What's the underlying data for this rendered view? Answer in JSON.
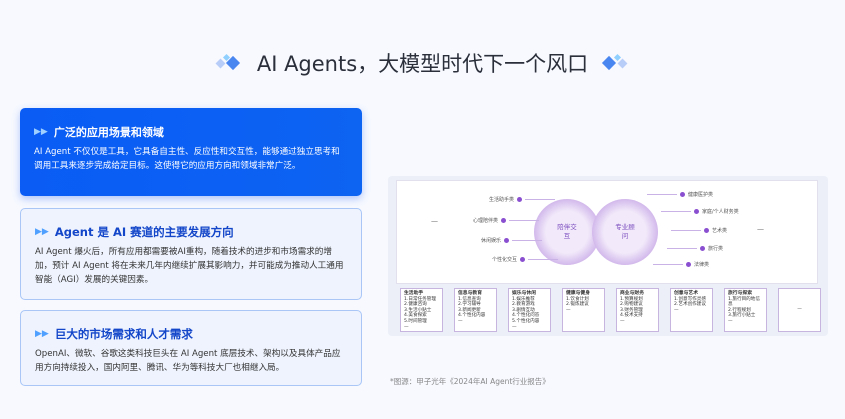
{
  "title": "AI Agents，大模型时代下一个风口",
  "cards": [
    {
      "heading": "广泛的应用场景和领域",
      "body": "AI Agent 不仅仅是工具，它具备自主性、反应性和交互性，能够通过独立思考和调用工具来逐步完成给定目标。这使得它的应用方向和领域非常广泛。"
    },
    {
      "heading": "Agent 是 AI 赛道的主要发展方向",
      "body": "AI Agent 爆火后，所有应用都需要被AI重构，随着技术的进步和市场需求的增加，预计 AI Agent 将在未来几年内继续扩展其影响力，并可能成为推动人工通用智能（AGI）发展的关键因素。"
    },
    {
      "heading": "巨大的市场需求和人才需求",
      "body": "OpenAI、微软、谷歌这类科技巨头在 AI Agent 底层技术、架构以及具体产品应用方向持续投入，国内阿里、腾讯、华为等科技大厂也相继入局。"
    }
  ],
  "diagram": {
    "left_circle": "陪伴交互",
    "right_circle": "专业顾问",
    "left_labels": [
      "生活助手类",
      "心理陪伴类",
      "休闲娱乐",
      "个性化交互"
    ],
    "right_labels": [
      "健康医护类",
      "家庭/个人财务类",
      "艺术类",
      "旅行类",
      "法律类"
    ],
    "ellipsis": "—",
    "boxes": [
      {
        "title": "生活助手",
        "items": [
          "1.日常任务管理",
          "2.健康咨询",
          "3.生活小贴士",
          "4.美食探索",
          "5.时间管理",
          "—"
        ]
      },
      {
        "title": "信息与教育",
        "items": [
          "1.信息查询",
          "2.学习辅导",
          "3.新闻更新",
          "4.个性化内容",
          "—"
        ]
      },
      {
        "title": "娱乐与休闲",
        "items": [
          "1.娱乐推荐",
          "2.教育游戏",
          "3.剧情互动",
          "4.个性化问答",
          "5.个性化内容",
          "—"
        ]
      },
      {
        "title": "健康与健身",
        "items": [
          "1.饮食计划",
          "2.锻炼建议",
          "—"
        ]
      },
      {
        "title": "商业与财务",
        "items": [
          "1.预算规划",
          "2.购物建议",
          "3.财务管理",
          "4.技术支持",
          "—"
        ]
      },
      {
        "title": "创意与艺术",
        "items": [
          "1.创意写作灵感",
          "2.艺术创作建议",
          "—"
        ]
      },
      {
        "title": "旅行与探索",
        "items": [
          "1.旅行目的地信息",
          "2.行程规划",
          "3.旅行小贴士",
          "—"
        ]
      },
      {
        "title": "",
        "items": [
          "—"
        ]
      }
    ]
  },
  "source": "*图源：甲子光年《2024年AI Agent行业报告》",
  "colors": {
    "accent": "#0a5cf5",
    "purple": "#8a4fd0"
  }
}
